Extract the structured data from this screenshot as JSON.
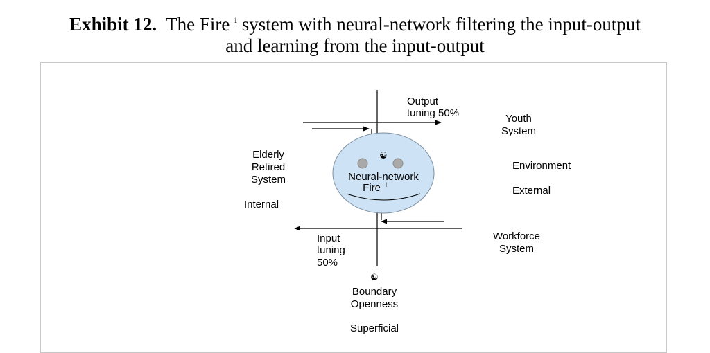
{
  "title": {
    "label": "Exhibit 12.",
    "line1_before": "The Fire",
    "line1_superscript": "i",
    "line1_after": "system with neural-network filtering the input-output",
    "line2": "and learning from the input-output"
  },
  "diagram": {
    "output_tuning": [
      "Output",
      "tuning 50%"
    ],
    "youth_system": [
      "Youth",
      "System"
    ],
    "elderly_system": [
      "Elderly",
      "Retired",
      "System"
    ],
    "environment": "Environment",
    "external": "External",
    "internal": "Internal",
    "face_line1": "Neural-network",
    "face_line2": "Fire",
    "face_superscript": "i",
    "input_tuning": [
      "Input",
      "tuning",
      "50%"
    ],
    "workforce_system": [
      "Workforce",
      "System"
    ],
    "boundary": [
      "Boundary",
      "Openness"
    ],
    "superficial": "Superficial",
    "yin_yang_symbol": "☯"
  },
  "colors": {
    "face_fill": "#cde2f4",
    "face_stroke": "#7d8fa0",
    "eye_fill": "#a9a9a9",
    "line": "#000000"
  }
}
